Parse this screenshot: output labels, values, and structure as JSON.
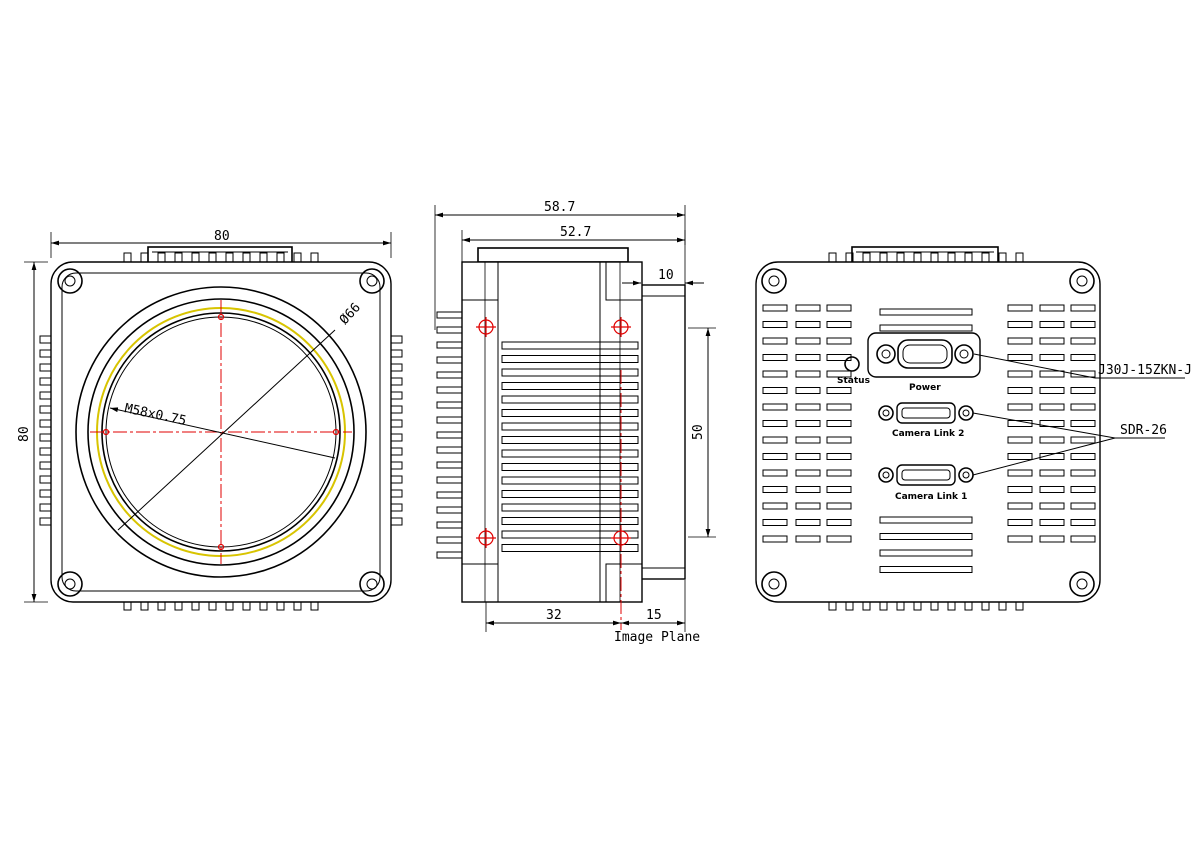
{
  "front_view": {
    "width_dim": "80",
    "height_dim": "80",
    "diameter_label": "Ø66",
    "thread_label": "M58x0.75"
  },
  "side_view": {
    "overall_length": "58.7",
    "body_length": "52.7",
    "mount_depth": "10",
    "mount_height": "50",
    "hole_offset": "32",
    "image_plane_dist": "15",
    "image_plane_label": "Image Plane"
  },
  "rear_view": {
    "power_label": "Power",
    "status_label": "Status",
    "cl2_label": "Camera Link 2",
    "cl1_label": "Camera Link 1",
    "power_connector": "J30J-15ZKN-J",
    "cl_connector": "SDR-26"
  },
  "colors": {
    "line": "#000000",
    "centerline": "#e00000",
    "thread": "#d8c400"
  }
}
